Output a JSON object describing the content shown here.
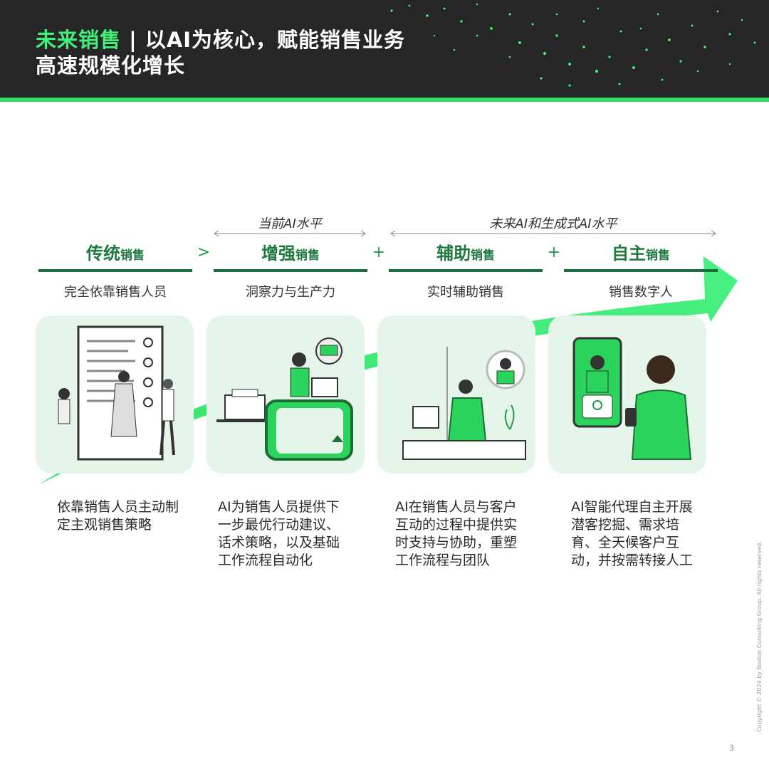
{
  "header": {
    "title_accent": "未来销售",
    "title_sep": " | ",
    "title_rest_line1": "以AI为核心，赋能销售业务",
    "title_line2": "高速规模化增长"
  },
  "levels": {
    "current": "当前AI水平",
    "future": "未来AI和生成式AI水平"
  },
  "stages": [
    {
      "name": "传统",
      "suffix": "销售",
      "subtitle": "完全依靠销售人员",
      "description": "依靠销售人员主动制定主观销售策略"
    },
    {
      "name": "增强",
      "suffix": "销售",
      "subtitle": "洞察力与生产力",
      "description": "AI为销售人员提供下一步最优行动建议、话术策略，以及基础工作流程自动化"
    },
    {
      "name": "辅助",
      "suffix": "销售",
      "subtitle": "实时辅助销售",
      "description": "AI在销售人员与客户互动的过程中提供实时支持与协助，重塑工作流程与团队"
    },
    {
      "name": "自主",
      "suffix": "销售",
      "subtitle": "销售数字人",
      "description": "AI智能代理自主开展潜客挖掘、需求培育、全天候客户互动，并按需转接人工"
    }
  ],
  "operators": [
    ">",
    "+",
    "+"
  ],
  "footer": {
    "copyright": "Copyright © 2024 by Boston Consulting Group. All rights reserved.",
    "page_number": "3"
  },
  "colors": {
    "accent": "#3ff07a",
    "dark_green": "#1e6e3b",
    "header_bg": "#262626"
  }
}
